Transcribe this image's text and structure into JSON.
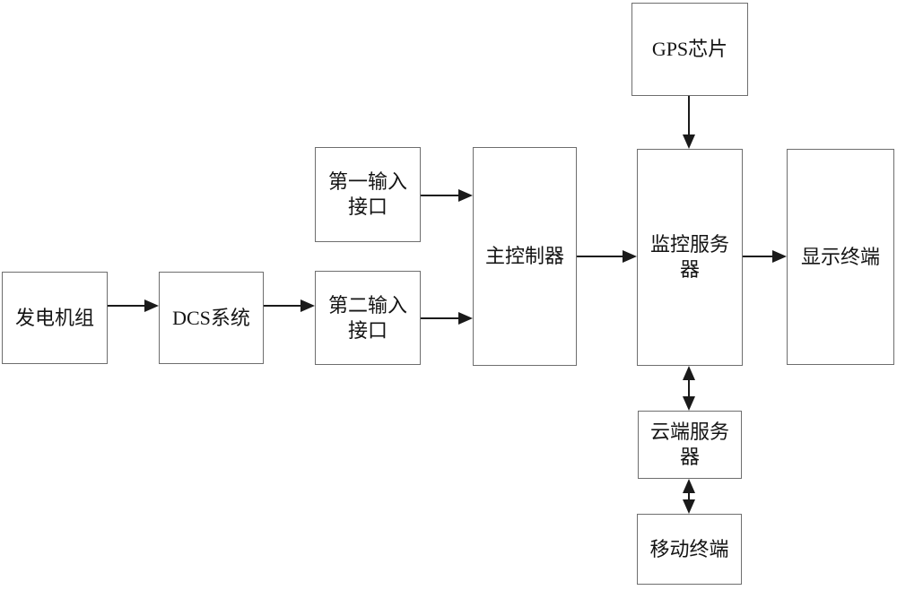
{
  "diagram": {
    "title": "generator-monitoring-system-block-diagram",
    "boxes": {
      "generator": {
        "label": "发电机组"
      },
      "dcs": {
        "label": "DCS系统"
      },
      "input1": {
        "label": "第一输入接口"
      },
      "input2": {
        "label": "第二输入接口"
      },
      "main_controller": {
        "label": "主控制器"
      },
      "gps_chip": {
        "label": "GPS芯片"
      },
      "monitor_server": {
        "label": "监控服务器"
      },
      "display_terminal": {
        "label": "显示终端"
      },
      "cloud_server": {
        "label": "云端服务器"
      },
      "mobile_terminal": {
        "label": "移动终端"
      }
    },
    "connections": [
      {
        "from": "generator",
        "to": "dcs",
        "type": "arrow"
      },
      {
        "from": "dcs",
        "to": "input2",
        "type": "arrow"
      },
      {
        "from": "input1",
        "to": "main_controller",
        "type": "arrow"
      },
      {
        "from": "input2",
        "to": "main_controller",
        "type": "arrow"
      },
      {
        "from": "main_controller",
        "to": "monitor_server",
        "type": "arrow"
      },
      {
        "from": "monitor_server",
        "to": "display_terminal",
        "type": "arrow"
      },
      {
        "from": "gps_chip",
        "to": "monitor_server",
        "type": "arrow"
      },
      {
        "from": "monitor_server",
        "to": "cloud_server",
        "type": "double-arrow"
      },
      {
        "from": "cloud_server",
        "to": "mobile_terminal",
        "type": "double-arrow"
      }
    ],
    "colors": {
      "background": "#ffffff",
      "box_border": "#6e6e6e",
      "box_fill": "#ffffff",
      "text": "#141414",
      "line": "#1a1a1a"
    }
  }
}
